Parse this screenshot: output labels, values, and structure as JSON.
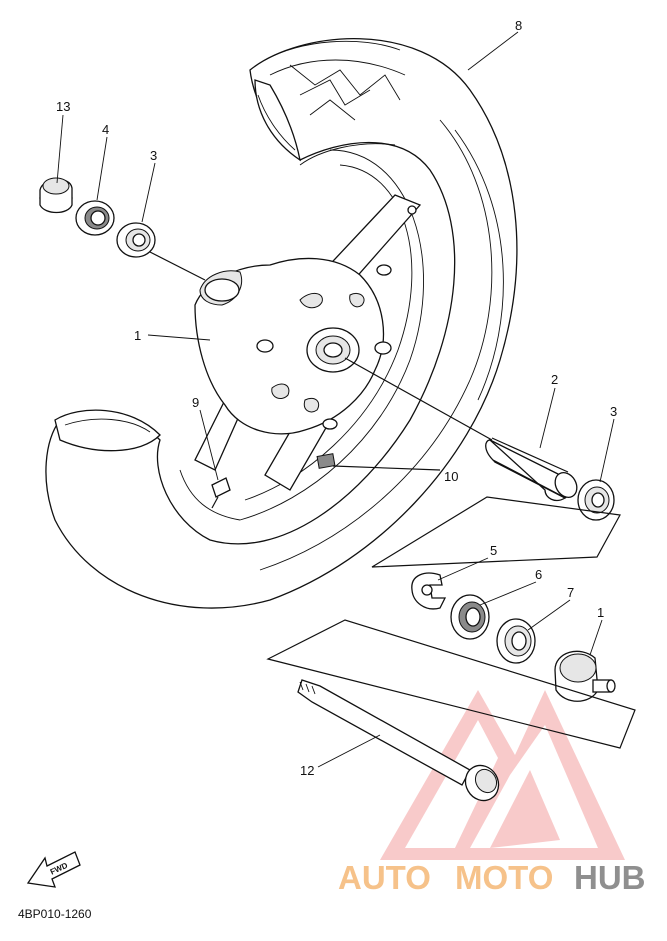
{
  "diagram": {
    "labels": [
      {
        "id": "1a",
        "text": "1"
      },
      {
        "id": "1b",
        "text": "1"
      },
      {
        "id": "2",
        "text": "2"
      },
      {
        "id": "3a",
        "text": "3"
      },
      {
        "id": "3b",
        "text": "3"
      },
      {
        "id": "4",
        "text": "4"
      },
      {
        "id": "5",
        "text": "5"
      },
      {
        "id": "6",
        "text": "6"
      },
      {
        "id": "7",
        "text": "7"
      },
      {
        "id": "8",
        "text": "8"
      },
      {
        "id": "9",
        "text": "9"
      },
      {
        "id": "10",
        "text": "10"
      },
      {
        "id": "12",
        "text": "12"
      },
      {
        "id": "13",
        "text": "13"
      }
    ],
    "fwd_arrow_text": "FWD",
    "drawing_code": "4BP010-1260"
  },
  "watermark": {
    "part1": "AUTO",
    "part2": "MOTO",
    "part3": "HUB",
    "colors": {
      "auto": "#f6c28a",
      "moto": "#f6c28a",
      "hub": "#8f8f8f",
      "logo": "#f08a8a"
    }
  }
}
